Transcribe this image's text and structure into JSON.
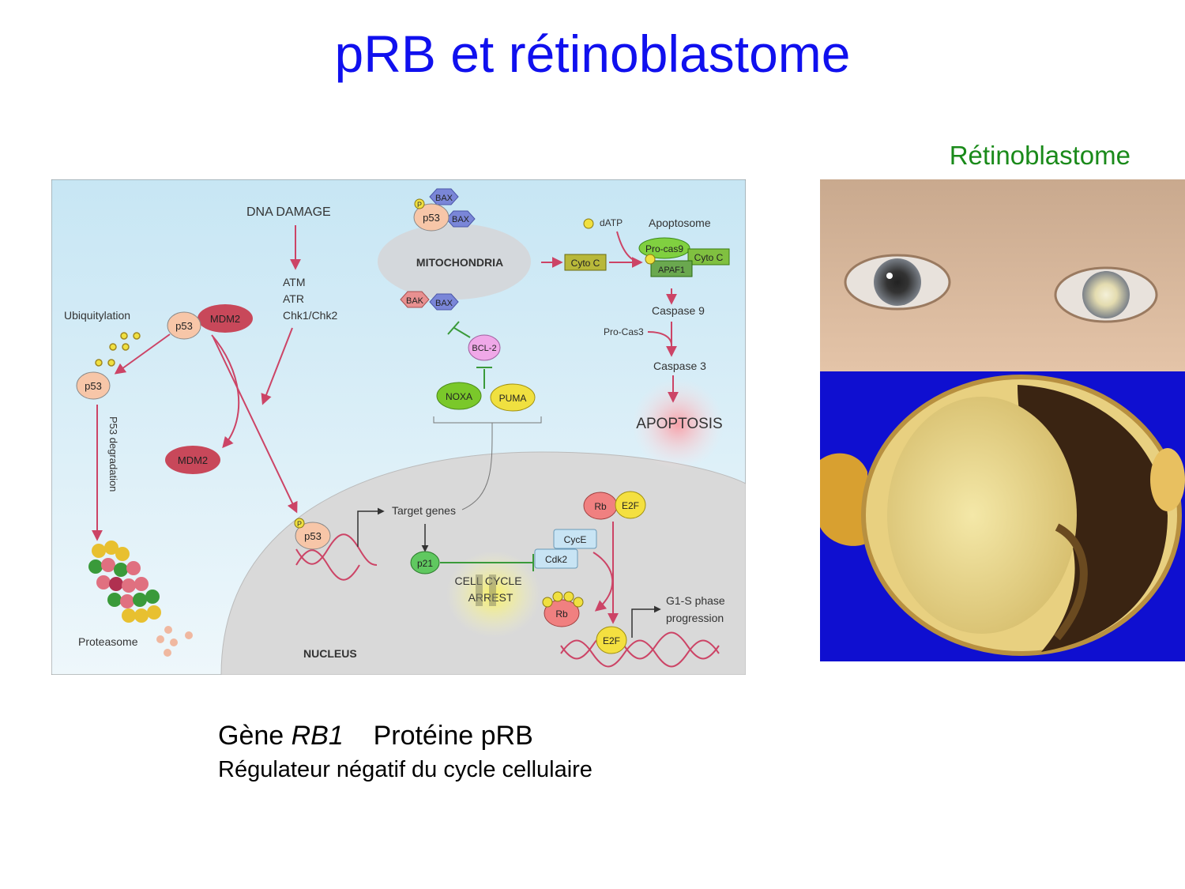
{
  "slide": {
    "title": "pRB et rétinoblastome",
    "photo_label": "Rétinoblastome",
    "caption_gene_prefix": "Gène ",
    "caption_gene_name": "RB1",
    "caption_protein": "Protéine pRB",
    "caption_role": "Régulateur négatif du cycle cellulaire"
  },
  "diagram": {
    "dna_damage": "DNA DAMAGE",
    "kinase_1": "ATM",
    "kinase_2": "ATR",
    "kinase_3": "Chk1/Chk2",
    "ubiquitylation": "Ubiquitylation",
    "p53_degradation": "P53 degradation",
    "proteasome": "Proteasome",
    "mitochondria": "MITOCHONDRIA",
    "nucleus": "NUCLEUS",
    "apoptosome": "Apoptosome",
    "apoptosis": "APOPTOSIS",
    "target_genes": "Target genes",
    "cell_cycle_arrest_1": "CELL CYCLE",
    "cell_cycle_arrest_2": "ARREST",
    "g1s_1": "G1-S phase",
    "g1s_2": "progression",
    "p": "P",
    "proteins": {
      "p53": "p53",
      "mdm2": "MDM2",
      "bax": "BAX",
      "bak": "BAK",
      "bcl2": "BCL-2",
      "noxa": "NOXA",
      "puma": "PUMA",
      "datp": "dATP",
      "cytoc": "Cyto C",
      "procas9": "Pro-cas9",
      "apaf1": "APAF1",
      "caspase9": "Caspase 9",
      "procas3": "Pro-Cas3",
      "caspase3": "Caspase 3",
      "p21": "p21",
      "cyce": "CycE",
      "cdk2": "Cdk2",
      "rb": "Rb",
      "e2f": "E2F"
    },
    "colors": {
      "background": "#d5ecf6",
      "nucleus": "#d9d9d9",
      "arrow": "#cc4466",
      "p53": "#f7c6a8",
      "mdm2": "#c8485a",
      "bax": "#7a86d8",
      "bak": "#e89090",
      "bcl2": "#f0a8e8",
      "noxa": "#7ac82a",
      "puma": "#f0e040",
      "cytoc": "#b8b83a",
      "procas9": "#80d040",
      "apaf1": "#6aa84f",
      "p21": "#60c860",
      "cyce": "#c8e4f4",
      "rb": "#f08080",
      "e2f": "#f4e040"
    }
  },
  "photos": {
    "top": "eye-photo",
    "bottom": "dissected-eye-photo",
    "bottom_bg": "#0f0fd0"
  }
}
